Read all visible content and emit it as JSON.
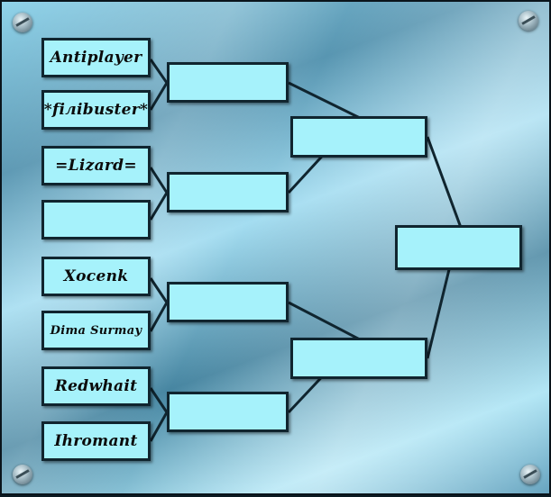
{
  "bracket": {
    "round1": [
      "Antiplayer",
      "*fiлibuster*",
      "=Lizard=",
      "",
      "Xocenk",
      "Dima Surmay",
      "Redwhait",
      "Ihromant"
    ],
    "round2": [
      "",
      "",
      "",
      ""
    ],
    "round3": [
      "",
      ""
    ],
    "final": [
      ""
    ]
  }
}
